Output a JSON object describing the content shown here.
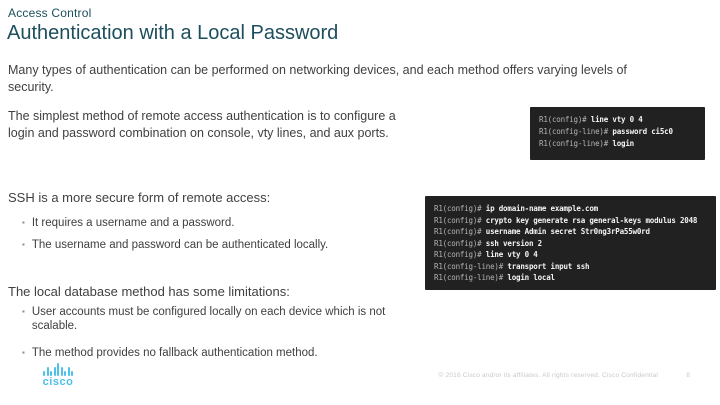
{
  "slide": {
    "pretitle": "Access Control",
    "title": "Authentication with a Local Password"
  },
  "paragraphs": {
    "intro": "Many types of authentication can be performed on networking devices, and each method offers varying levels of security.",
    "simplest": "The simplest method of remote access authentication is to configure a login and password combination on console, vty lines, and aux ports."
  },
  "sections": {
    "ssh": {
      "heading": "SSH is a more secure form of remote access:",
      "bullets": [
        "It requires a username and a password.",
        "The username and password can be authenticated locally."
      ]
    },
    "local_db": {
      "heading": "The local database method has some limitations:",
      "bullets": [
        "User accounts must be configured locally on each device which is not scalable.",
        "The method provides no fallback authentication method."
      ]
    }
  },
  "code_blocks": [
    {
      "name": "vty-password-config",
      "lines": [
        {
          "prompt": "R1(config)# ",
          "command": "line vty 0 4"
        },
        {
          "prompt": "R1(config-line)# ",
          "command": "password ci5c0"
        },
        {
          "prompt": "R1(config-line)# ",
          "command": "login"
        }
      ]
    },
    {
      "name": "ssh-local-login-config",
      "lines": [
        {
          "prompt": "R1(config)# ",
          "command": "ip domain-name example.com"
        },
        {
          "prompt": "R1(config)# ",
          "command": "crypto key generate rsa general-keys modulus 2048"
        },
        {
          "prompt": "R1(config)# ",
          "command": "username Admin secret Str0ng3rPa55w0rd"
        },
        {
          "prompt": "R1(config)# ",
          "command": "ssh version 2"
        },
        {
          "prompt": "R1(config)# ",
          "command": "line vty 0 4"
        },
        {
          "prompt": "R1(config-line)# ",
          "command": "transport input ssh"
        },
        {
          "prompt": "R1(config-line)# ",
          "command": "login local"
        }
      ]
    }
  ],
  "footer": {
    "copyright": "© 2016  Cisco and/or its affiliates. All rights reserved.  Cisco Confidential",
    "page_number": "8",
    "logo_text": "cisco"
  },
  "colors": {
    "title_teal": "#1c4e5c",
    "body_text": "#404040",
    "code_background": "#212121",
    "code_command": "#f4f4f4",
    "code_prompt": "#b5b5b5",
    "logo_blue": "#4cc1e9",
    "footer_gray": "#c9c9c9"
  }
}
